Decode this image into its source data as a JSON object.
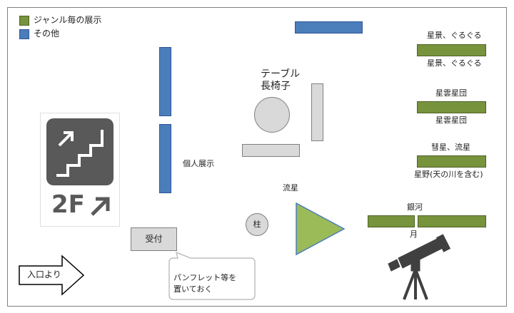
{
  "legend": {
    "genre_label": "ジャンル毎の展示",
    "other_label": "その他",
    "genre_color": "#77933c",
    "other_color": "#4a7ebb"
  },
  "labels": {
    "table_line1": "テーブル",
    "table_line2": "長椅子",
    "individual": "個人展示",
    "meteor": "流星",
    "pillar": "柱",
    "reception": "受付",
    "balloon_line1": "パンフレット等を",
    "balloon_line2": "置いておく",
    "entrance": "入口より",
    "floor_sign": "2F"
  },
  "genres": {
    "stars1_top": "星景、ぐるぐる",
    "stars1_bottom": "星景、ぐるぐる",
    "nebula_top": "星雲星団",
    "nebula_bottom": "星雲星団",
    "comet_top": "彗星、流星",
    "comet_bottom": "星野(天の川を含む)",
    "galaxy": "銀河",
    "moon": "月"
  },
  "icons": {
    "floor": "stairs-up-icon",
    "entrance": "arrow-right-icon",
    "telescope": "telescope-icon"
  }
}
